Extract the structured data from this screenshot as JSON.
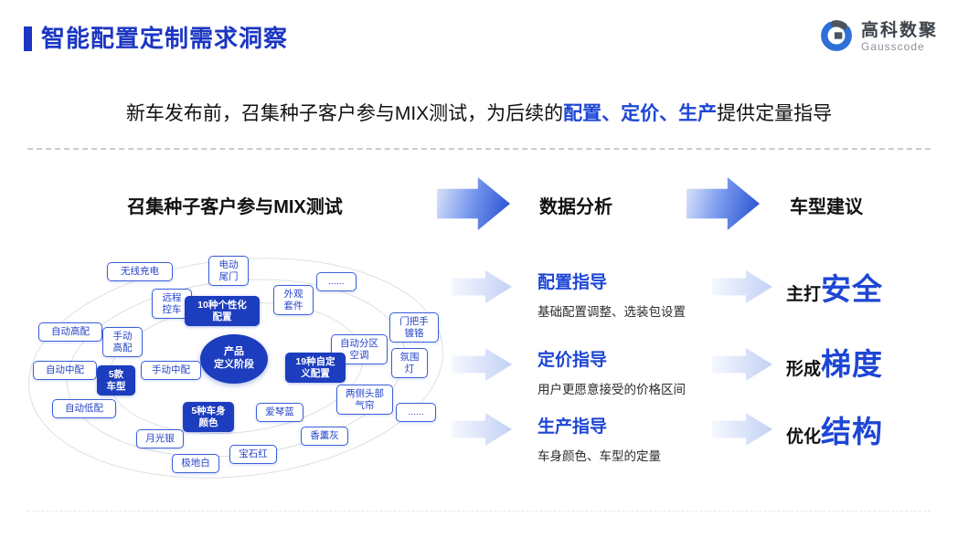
{
  "header": {
    "title": "智能配置定制需求洞察",
    "logo": {
      "name": "高科数聚",
      "subname": "Gausscode"
    }
  },
  "subtitle": {
    "pre": "新车发布前，召集种子客户参与MIX测试，为后续的",
    "highlight": "配置、定价、生产",
    "post": "提供定量指导"
  },
  "columns": {
    "left": "召集种子客户参与MIX测试",
    "middle": "数据分析",
    "right": "车型建议"
  },
  "diagram": {
    "center": [
      "产品",
      "定义阶段"
    ],
    "nodes": [
      {
        "lines": [
          "无线充电"
        ],
        "style": "outline"
      },
      {
        "lines": [
          "电动",
          "尾门"
        ],
        "style": "outline"
      },
      {
        "lines": [
          "远程",
          "控车"
        ],
        "style": "outline"
      },
      {
        "lines": [
          "10种个性化",
          "配置"
        ],
        "style": "filled"
      },
      {
        "lines": [
          "外观",
          "套件"
        ],
        "style": "outline"
      },
      {
        "lines": [
          "......"
        ],
        "style": "outline"
      },
      {
        "lines": [
          "门把手",
          "镀铬"
        ],
        "style": "outline"
      },
      {
        "lines": [
          "自动高配"
        ],
        "style": "outline"
      },
      {
        "lines": [
          "手动",
          "高配"
        ],
        "style": "outline"
      },
      {
        "lines": [
          "自动中配"
        ],
        "style": "outline"
      },
      {
        "lines": [
          "手动中配"
        ],
        "style": "outline"
      },
      {
        "lines": [
          "5款",
          "车型"
        ],
        "style": "filled"
      },
      {
        "lines": [
          "自动分区",
          "空调"
        ],
        "style": "outline"
      },
      {
        "lines": [
          "氛围",
          "灯"
        ],
        "style": "outline"
      },
      {
        "lines": [
          "19种自定",
          "义配置"
        ],
        "style": "filled"
      },
      {
        "lines": [
          "自动低配"
        ],
        "style": "outline"
      },
      {
        "lines": [
          "两侧头部",
          "气帘"
        ],
        "style": "outline"
      },
      {
        "lines": [
          "......"
        ],
        "style": "outline"
      },
      {
        "lines": [
          "5种车身",
          "颜色"
        ],
        "style": "filled"
      },
      {
        "lines": [
          "爱琴蓝"
        ],
        "style": "outline"
      },
      {
        "lines": [
          "月光银"
        ],
        "style": "outline"
      },
      {
        "lines": [
          "香薰灰"
        ],
        "style": "outline"
      },
      {
        "lines": [
          "极地白"
        ],
        "style": "outline"
      },
      {
        "lines": [
          "宝石红"
        ],
        "style": "outline"
      }
    ]
  },
  "analysis": {
    "items": [
      {
        "title": "配置指导",
        "desc": "基础配置调整、选装包设置"
      },
      {
        "title": "定价指导",
        "desc": "用户更愿意接受的价格区间"
      },
      {
        "title": "生产指导",
        "desc": "车身颜色、车型的定量"
      }
    ]
  },
  "suggestions": {
    "items": [
      {
        "prefix": "主打",
        "keyword": "安全"
      },
      {
        "prefix": "形成",
        "keyword": "梯度"
      },
      {
        "prefix": "优化",
        "keyword": "结构"
      }
    ]
  },
  "colors": {
    "accent_blue": "#1E46D5",
    "title_blue": "#1B36C2",
    "node_fill_blue": "#1C3DBE"
  }
}
